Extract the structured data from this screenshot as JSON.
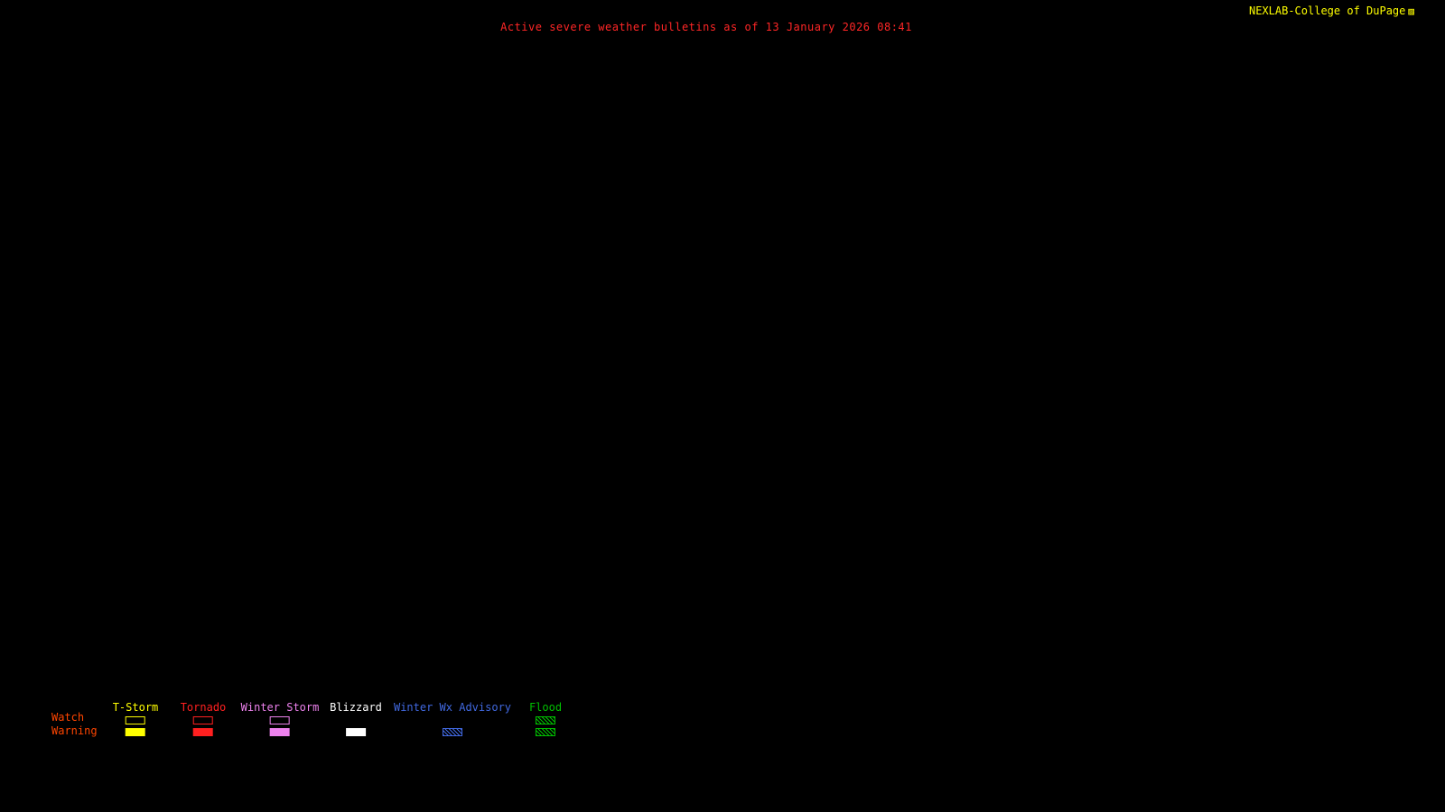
{
  "header": {
    "title": "Active severe weather bulletins as of 13 January 2026 08:41",
    "title_color": "#ff2626",
    "brand": "NEXLAB-College of DuPage",
    "brand_color": "#ffff00",
    "brand_mark": "▨"
  },
  "legend": {
    "row_label_color": "#ff4500",
    "rows": [
      {
        "label": "Watch"
      },
      {
        "label": "Warning"
      }
    ],
    "columns": [
      {
        "label": "T-Storm",
        "color": "#ffff00",
        "watch": "outline",
        "warning": "fill"
      },
      {
        "label": "Tornado",
        "color": "#ff2020",
        "watch": "outline",
        "warning": "fill"
      },
      {
        "label": "Winter Storm",
        "color": "#ee82ee",
        "watch": "outline",
        "warning": "fill"
      },
      {
        "label": "Blizzard",
        "color": "#ffffff",
        "watch": "none",
        "warning": "fill"
      },
      {
        "label": "Winter Wx Advisory",
        "color": "#4169e1",
        "watch": "none",
        "warning": "hatch"
      },
      {
        "label": "Flood",
        "color": "#00c000",
        "watch": "hatch",
        "warning": "hatch"
      }
    ]
  },
  "map": {
    "background": "#000000"
  }
}
